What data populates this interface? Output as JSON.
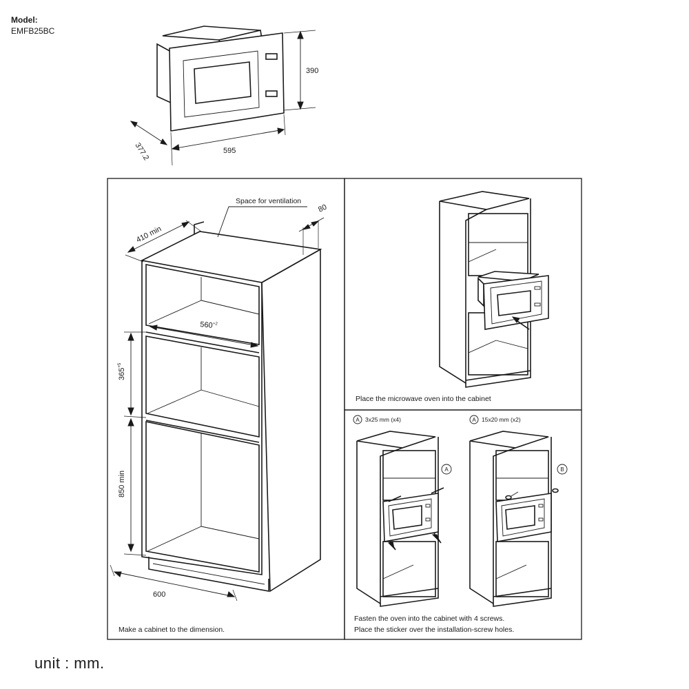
{
  "header": {
    "model_label": "Model:",
    "model_number": "EMFB25BC"
  },
  "product": {
    "height": "390",
    "width": "595",
    "depth": "377.2"
  },
  "cabinet_panel": {
    "ventilation_label": "Space for ventilation",
    "ventilation_gap": "80",
    "depth_min": "410 min",
    "inner_width_base": "560",
    "inner_width_tol": "+2",
    "niche_height_base": "365",
    "niche_height_tol": "+5",
    "floor_height": "850 min",
    "cabinet_width": "600",
    "caption": "Make a cabinet to the dimension."
  },
  "place_panel": {
    "caption": "Place the microwave oven into the cabinet"
  },
  "fasten_panel": {
    "screw_a_marker": "A",
    "screw_a_spec": "3x25 mm (x4)",
    "screw_b_marker": "A",
    "screw_b_spec": "15x20 mm (x2)",
    "callout_a": "A",
    "callout_b": "B",
    "caption_line1": "Fasten the oven into the cabinet with 4 screws.",
    "caption_line2": "Place the sticker over the installation-screw holes."
  },
  "footer": {
    "unit": "unit : mm."
  }
}
